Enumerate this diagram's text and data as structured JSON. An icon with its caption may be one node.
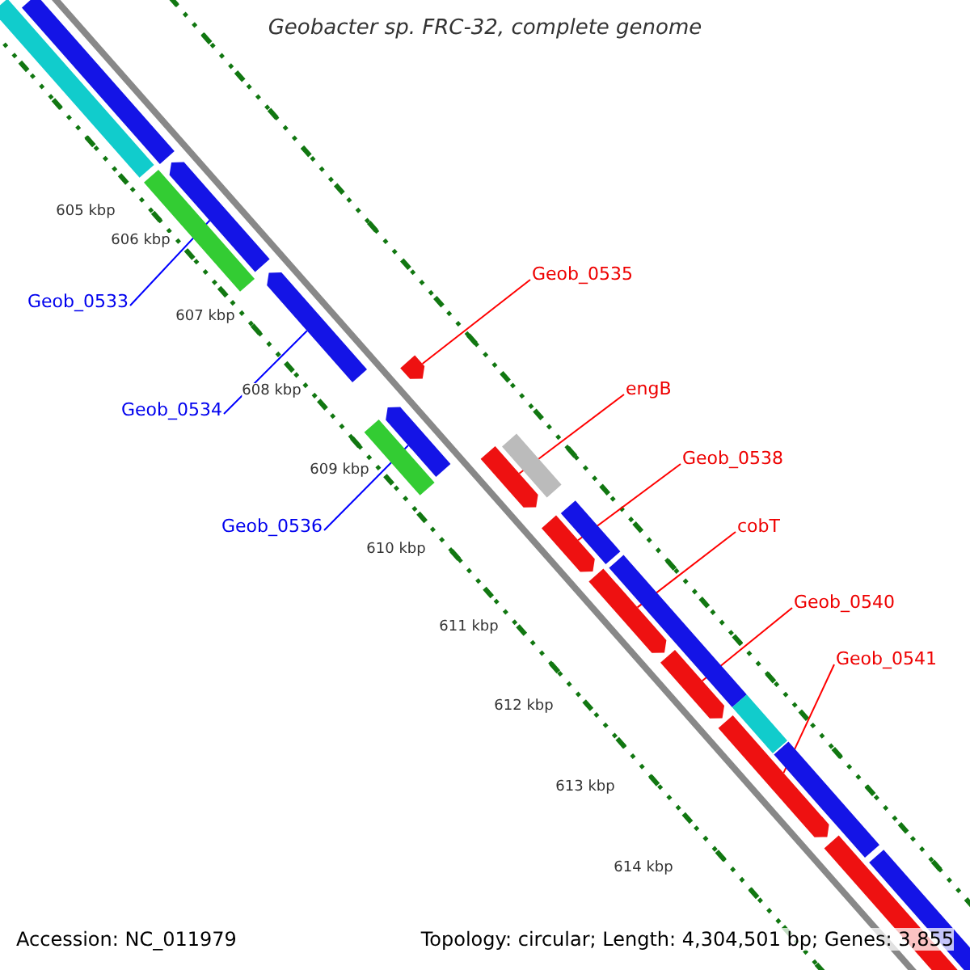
{
  "diagram": {
    "title": "Geobacter sp. FRC-32, complete genome",
    "nodes": [
      {
        "text": [
          "Geob_0535"
        ]
      },
      {
        "text": [
          "Geob_0533"
        ]
      },
      {
        "text": [
          "engB"
        ]
      },
      {
        "text": [
          "Geob_0534"
        ]
      },
      {
        "text": [
          "Geob_0538"
        ]
      },
      {
        "text": [
          "Geob_0536"
        ]
      },
      {
        "text": [
          "cobT"
        ]
      },
      {
        "text": [
          "Geob_0540"
        ]
      },
      {
        "text": [
          "Geob_0541"
        ]
      },
      {
        "text": [],
        "shape": "arrow"
      },
      {
        "text": [],
        "shape": "arrow"
      },
      {
        "text": [],
        "shape": "arrow"
      },
      {
        "text": [],
        "shape": "arrow"
      },
      {
        "text": [],
        "shape": "arrow"
      },
      {
        "text": [],
        "shape": "arrow"
      },
      {
        "text": [],
        "shape": "arrow"
      },
      {
        "text": [],
        "shape": "arrow"
      },
      {
        "text": [],
        "shape": "arrow"
      },
      {
        "text": [],
        "shape": "box"
      },
      {
        "text": [],
        "shape": "box"
      },
      {
        "text": [],
        "shape": "box"
      },
      {
        "text": [],
        "shape": "box"
      },
      {
        "text": [],
        "shape": "box"
      },
      {
        "text": [],
        "shape": "box"
      },
      {
        "text": [],
        "shape": "box"
      },
      {
        "text": [],
        "shape": "box"
      },
      {
        "text": [],
        "shape": "box"
      },
      {
        "text": [],
        "shape": "box"
      },
      {
        "text": [],
        "shape": "box"
      }
    ],
    "edges": [
      {
        "from": 0,
        "to": 9,
        "arrow": "none"
      },
      {
        "from": 1,
        "to": 10,
        "arrow": "none",
        "color": "#0000ff"
      },
      {
        "from": 2,
        "to": 11,
        "arrow": "none"
      },
      {
        "from": 3,
        "to": 12,
        "arrow": "none",
        "color": "#0000ff"
      },
      {
        "from": 4,
        "to": 13,
        "arrow": "none"
      },
      {
        "from": 5,
        "to": 14,
        "arrow": "none",
        "color": "#0000ff"
      },
      {
        "from": 6,
        "to": 15,
        "arrow": "none"
      },
      {
        "from": 7,
        "to": 16,
        "arrow": "none"
      },
      {
        "from": 8,
        "to": 17,
        "arrow": "none"
      }
    ],
    "labels": [
      "605 kbp",
      "606 kbp",
      "607 kbp",
      "608 kbp",
      "609 kbp",
      "610 kbp",
      "611 kbp",
      "612 kbp",
      "613 kbp",
      "614 kbp",
      "Accession: NC_011979",
      "Topology: circular; Length: 4,304,501 bp; Genes: 3,855"
    ]
  }
}
